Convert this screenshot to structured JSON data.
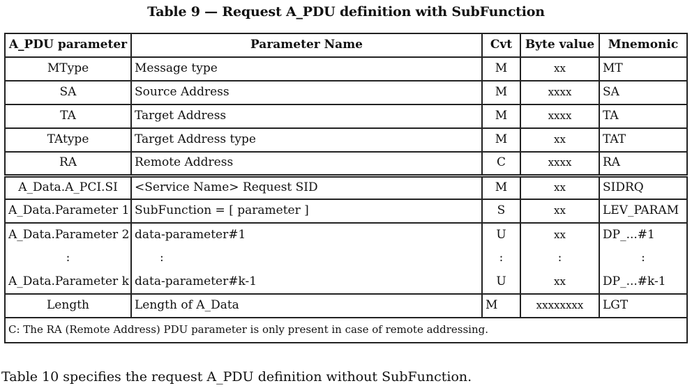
{
  "caption": "Table 9 — Request A_PDU definition with SubFunction",
  "headers": [
    "A_PDU parameter",
    "Parameter Name",
    "Cvt",
    "Byte value",
    "Mnemonic"
  ],
  "rows": [
    [
      "MType",
      "Message type",
      "M",
      "xx",
      "MT"
    ],
    [
      "SA",
      "Source Address",
      "M",
      "xxxx",
      "SA"
    ],
    [
      "TA",
      "Target Address",
      "M",
      "xxxx",
      "TA"
    ],
    [
      "TAtype",
      "Target Address type",
      "M",
      "xx",
      "TAT"
    ],
    [
      "RA",
      "Remote Address",
      "C",
      "xxxx",
      "RA"
    ],
    [
      "A_Data.A_PCI.SI",
      "<Service Name> Request SID",
      "M",
      "xx",
      "SIDRQ"
    ],
    [
      "A_Data.Parameter 1",
      "SubFunction = [ parameter ]",
      "S",
      "xx",
      "LEV_PARAM"
    ],
    [
      "A_Data.Parameter 2",
      "data-parameter#1",
      "U",
      "xx",
      "DP_...#1"
    ],
    [
      ":",
      ":",
      ":",
      ":",
      ":"
    ],
    [
      "A_Data.Parameter k",
      "data-parameter#k-1",
      "U",
      "xx",
      "DP_...#k-1"
    ],
    [
      "Length",
      "Length of A_Data",
      "M",
      "xxxxxxxx",
      "LGT"
    ]
  ],
  "note": "C: The RA (Remote Address) PDU parameter is only present in case of remote addressing.",
  "following_text": "Table 10 specifies the request A_PDU definition without SubFunction."
}
